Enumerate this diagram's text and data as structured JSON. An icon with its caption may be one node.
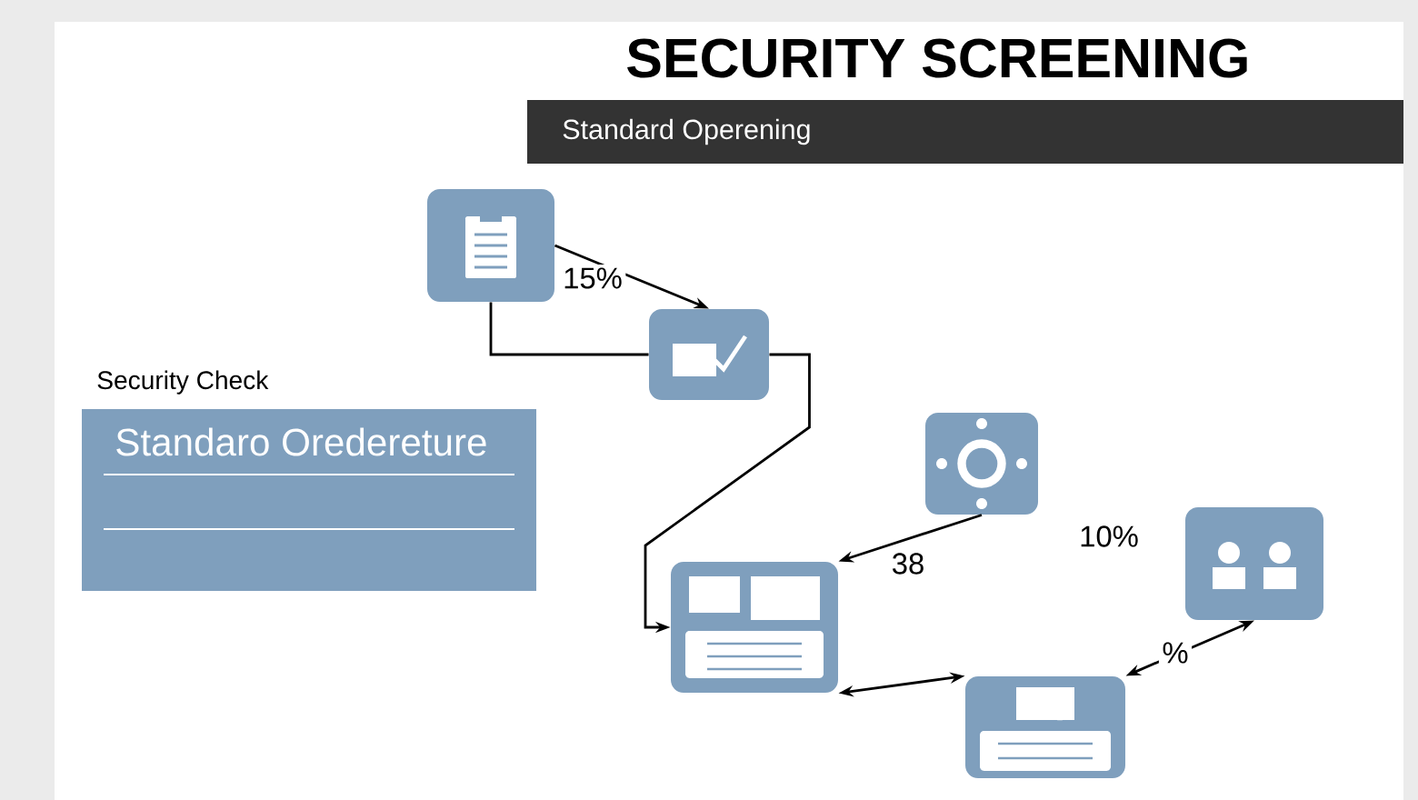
{
  "diagram": {
    "title": "SECURITY SCREENING",
    "nodes": [
      {
        "text": [],
        "shape": "picture"
      },
      {
        "text": [],
        "shape": "picture"
      },
      {
        "text": [],
        "shape": "picture"
      },
      {
        "text": [],
        "shape": "picture"
      },
      {
        "text": [],
        "shape": "picture"
      },
      {
        "text": [],
        "shape": "picture"
      },
      {
        "text": [
          "Security Check",
          "Standaro Oredereture"
        ]
      }
    ],
    "edges": [
      {
        "from": 0,
        "to": 1,
        "arrow": "to",
        "label": "15%"
      },
      {
        "from": 0,
        "to": 1,
        "arrow": "none"
      },
      {
        "from": 1,
        "to": 3,
        "arrow": "to"
      },
      {
        "from": 2,
        "to": 3,
        "arrow": "to",
        "label": "38"
      },
      {
        "from": 3,
        "to": 4,
        "arrow": "both"
      },
      {
        "from": 4,
        "to": 5,
        "arrow": "both",
        "label": "%"
      }
    ],
    "labels": [
      "Standard Operening",
      "10%"
    ]
  }
}
